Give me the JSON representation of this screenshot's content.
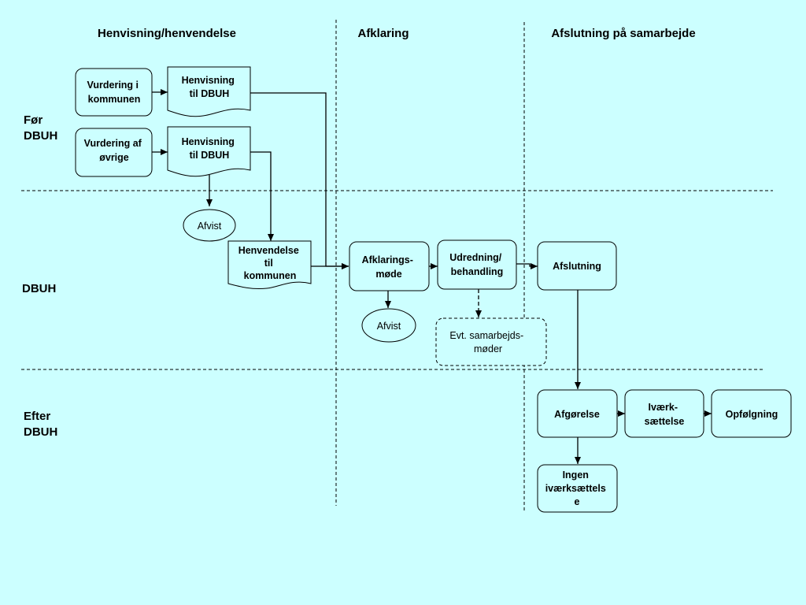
{
  "columns": {
    "henvisning": "Henvisning/henvendelse",
    "afklaring": "Afklaring",
    "afslutning": "Afslutning på samarbejde"
  },
  "rows": {
    "foer": [
      "Før",
      "DBUH"
    ],
    "dbuh": [
      "DBUH"
    ],
    "efter": [
      "Efter",
      "DBUH"
    ]
  },
  "nodes": {
    "vurdering_kommunen": [
      "Vurdering i",
      "kommunen"
    ],
    "vurdering_oevrige": [
      "Vurdering af",
      "øvrige"
    ],
    "henvisning_1": [
      "Henvisning",
      "til DBUH"
    ],
    "henvisning_2": [
      "Henvisning",
      "til DBUH"
    ],
    "afvist_1": [
      "Afvist"
    ],
    "henvendelse_kommunen": [
      "Henvendelse",
      "til",
      "kommunen"
    ],
    "afklaringsmoede": [
      "Afklarings-",
      "møde"
    ],
    "afvist_2": [
      "Afvist"
    ],
    "udredning": [
      "Udredning/",
      "behandling"
    ],
    "samarbejdsmoeder": [
      "Evt. samarbejds-",
      "møder"
    ],
    "afslutning": [
      "Afslutning"
    ],
    "afgoerelse": [
      "Afgørelse"
    ],
    "ivaerksaettelse": [
      "Iværk-",
      "sættelse"
    ],
    "opfoelgning": [
      "Opfølgning"
    ],
    "ingen_ivaerksaettelse": [
      "Ingen",
      "iværksættels",
      "e"
    ]
  }
}
